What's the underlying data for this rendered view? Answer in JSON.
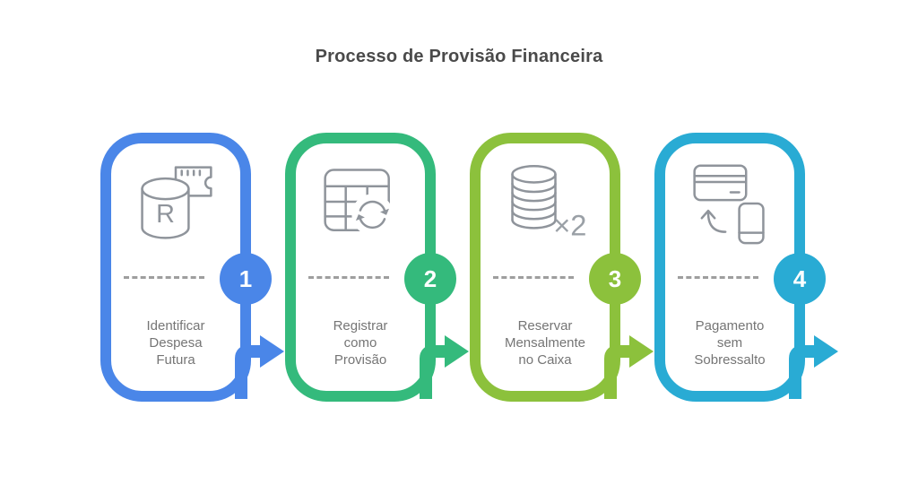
{
  "title": "Processo de Provisão Financeira",
  "colors": {
    "step1_accent": "#4a86e8",
    "step2_accent": "#34ba7c",
    "step3_accent": "#8cc13c",
    "step4_accent": "#29abd4",
    "icon_stroke": "#8f949b",
    "label_text": "#757575",
    "title_text": "#4a4a4a",
    "dash": "#9e9e9e",
    "badge_number_text": "#ffffff"
  },
  "steps": [
    {
      "number": "1",
      "label": "Identificar\nDespesa\nFutura",
      "color": "#4a86e8",
      "icon": "currency-cylinder-receipt-icon",
      "icon_text": "R"
    },
    {
      "number": "2",
      "label": "Registrar\ncomo\nProvisão",
      "color": "#34ba7c",
      "icon": "table-refresh-icon",
      "icon_text": ""
    },
    {
      "number": "3",
      "label": "Reservar\nMensalmente\nno Caixa",
      "color": "#8cc13c",
      "icon": "coin-stack-icon",
      "icon_text": "×2"
    },
    {
      "number": "4",
      "label": "Pagamento\nsem\nSobressalto",
      "color": "#29abd4",
      "icon": "card-to-phone-payment-icon",
      "icon_text": ""
    }
  ]
}
